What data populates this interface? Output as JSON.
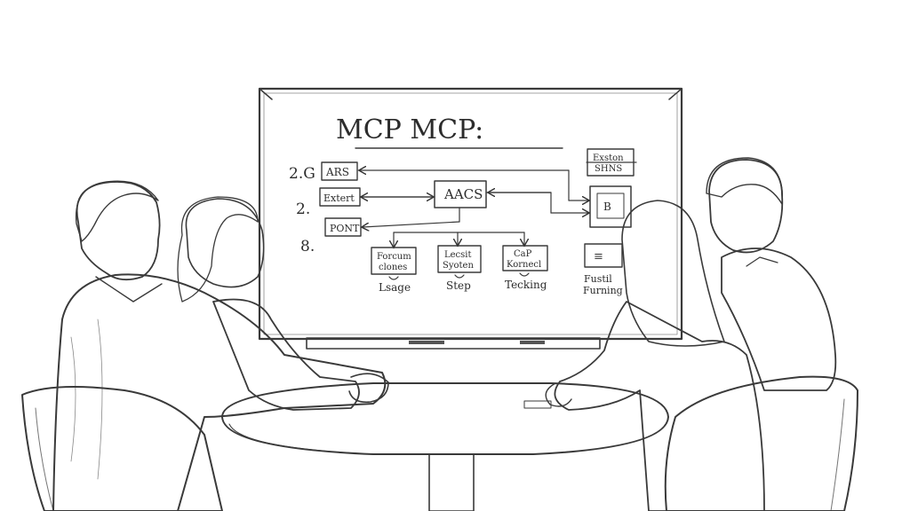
{
  "scene": {
    "description_free": true,
    "colors": {
      "paper": "#ffffff",
      "pencil": "#3a3a3a",
      "shade": "#8a8a8a"
    }
  },
  "whiteboard": {
    "title": "MCP MCP:",
    "row_numbers": [
      "2.G",
      "2.",
      "8."
    ],
    "left_boxes": [
      "ARS",
      "Extert",
      "PONT"
    ],
    "center_box": "AACS",
    "bottom_boxes": [
      {
        "label_line1": "Forcum",
        "label_line2": "clones",
        "caption": "Lsage"
      },
      {
        "label_line1": "Lecsit",
        "label_line2": "Syoten",
        "caption": "Step"
      },
      {
        "label_line1": "CaP",
        "label_line2": "Kornecl",
        "caption": "Tecking"
      }
    ],
    "right_top_box": {
      "line1": "Exston",
      "line2": "SHNS"
    },
    "right_middle_box": "B",
    "right_bottom_box": "≡",
    "right_caption": {
      "line1": "Fustil",
      "line2": "Furning"
    }
  }
}
